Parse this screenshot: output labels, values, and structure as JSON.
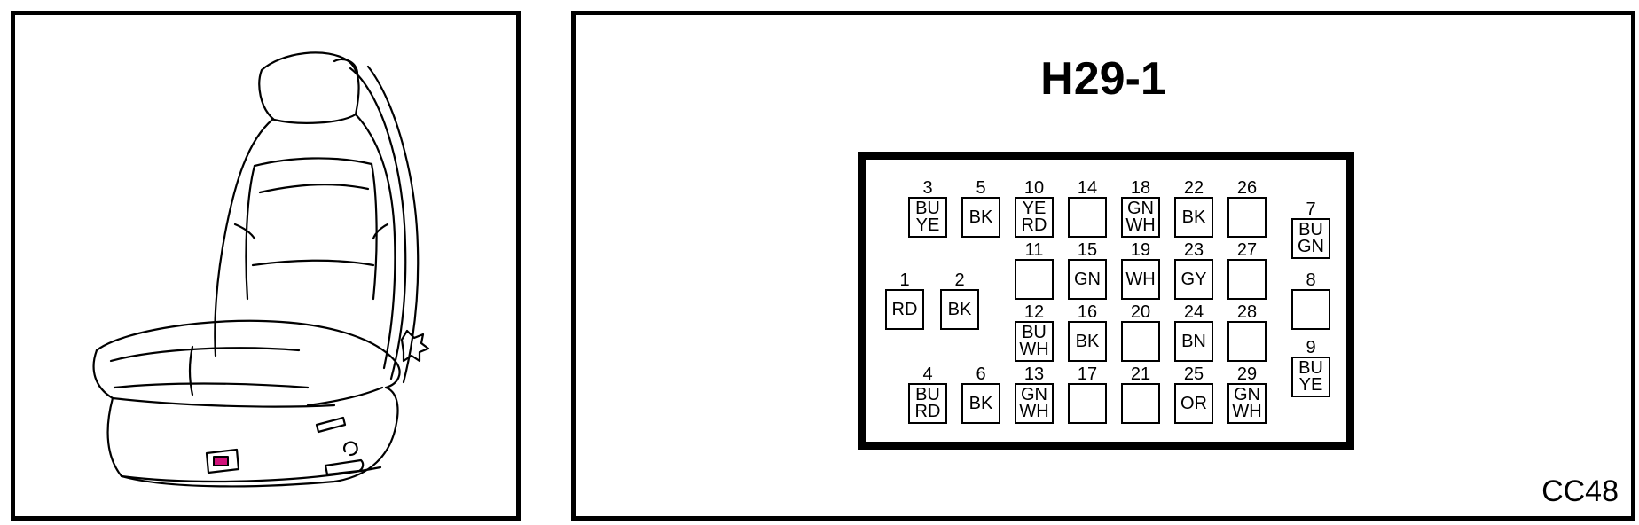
{
  "connector": {
    "title": "H29-1",
    "code": "CC48",
    "pins": [
      {
        "num": "3",
        "colors": [
          "BU",
          "YE"
        ]
      },
      {
        "num": "5",
        "colors": [
          "BK"
        ]
      },
      {
        "num": "10",
        "colors": [
          "YE",
          "RD"
        ]
      },
      {
        "num": "14",
        "colors": []
      },
      {
        "num": "18",
        "colors": [
          "GN",
          "WH"
        ]
      },
      {
        "num": "22",
        "colors": [
          "BK"
        ]
      },
      {
        "num": "26",
        "colors": []
      },
      {
        "num": "7",
        "colors": [
          "BU",
          "GN"
        ]
      },
      {
        "num": "11",
        "colors": []
      },
      {
        "num": "15",
        "colors": [
          "GN"
        ]
      },
      {
        "num": "19",
        "colors": [
          "WH"
        ]
      },
      {
        "num": "23",
        "colors": [
          "GY"
        ]
      },
      {
        "num": "27",
        "colors": []
      },
      {
        "num": "1",
        "colors": [
          "RD"
        ]
      },
      {
        "num": "2",
        "colors": [
          "BK"
        ]
      },
      {
        "num": "8",
        "colors": []
      },
      {
        "num": "12",
        "colors": [
          "BU",
          "WH"
        ]
      },
      {
        "num": "16",
        "colors": [
          "BK"
        ]
      },
      {
        "num": "20",
        "colors": []
      },
      {
        "num": "24",
        "colors": [
          "BN"
        ]
      },
      {
        "num": "28",
        "colors": []
      },
      {
        "num": "9",
        "colors": [
          "BU",
          "YE"
        ]
      },
      {
        "num": "4",
        "colors": [
          "BU",
          "RD"
        ]
      },
      {
        "num": "6",
        "colors": [
          "BK"
        ]
      },
      {
        "num": "13",
        "colors": [
          "GN",
          "WH"
        ]
      },
      {
        "num": "17",
        "colors": []
      },
      {
        "num": "21",
        "colors": []
      },
      {
        "num": "25",
        "colors": [
          "OR"
        ]
      },
      {
        "num": "29",
        "colors": [
          "GN",
          "WH"
        ]
      }
    ]
  },
  "seat_illustration": {
    "icon": "car-seat-icon",
    "highlight_color": "#d0127a"
  }
}
